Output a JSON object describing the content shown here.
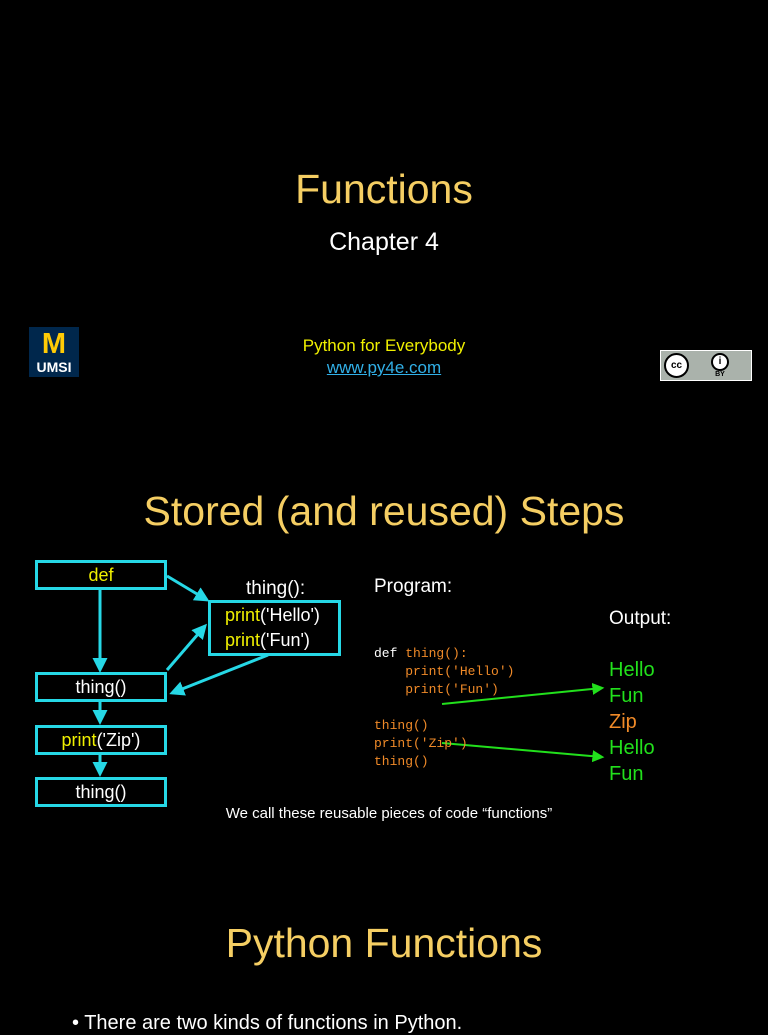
{
  "slide1": {
    "title": "Functions",
    "subtitle": "Chapter 4",
    "course": "Python for Everybody",
    "link": "www.py4e.com",
    "logo": {
      "mark": "M",
      "text": "UMSI"
    },
    "license": {
      "cc": "cc",
      "by": "i",
      "by_label": "BY"
    }
  },
  "slide2": {
    "title": "Stored (and reused) Steps",
    "flow": {
      "def": "def",
      "call1": "thing()",
      "print_kw": "print",
      "print_arg": "('Zip')",
      "call2": "thing()"
    },
    "func_label": "thing():",
    "func_body": [
      {
        "kw": "print",
        "arg": "('Hello')"
      },
      {
        "kw": "print",
        "arg": "('Fun')"
      }
    ],
    "program_label": "Program:",
    "output_label": "Output:",
    "code": {
      "def_kw": "def ",
      "def_name": "thing():",
      "body1": "    print('Hello')",
      "body2": "    print('Fun')",
      "line5": "thing()",
      "line6": "print('Zip')",
      "line7": "thing()"
    },
    "output": [
      "Hello",
      "Fun",
      "Zip",
      "Hello",
      "Fun"
    ],
    "caption": "We call these reusable pieces of code “functions”"
  },
  "slide3": {
    "title": "Python Functions",
    "bullet": "•  There are two kinds of functions in Python."
  },
  "colors": {
    "background": "#000000",
    "title": "#f5ce63",
    "flow_border": "#26d8e6",
    "keyword": "#f0f000",
    "output_green": "#22e01c",
    "output_orange": "#f08a28",
    "link": "#31b0e8"
  }
}
